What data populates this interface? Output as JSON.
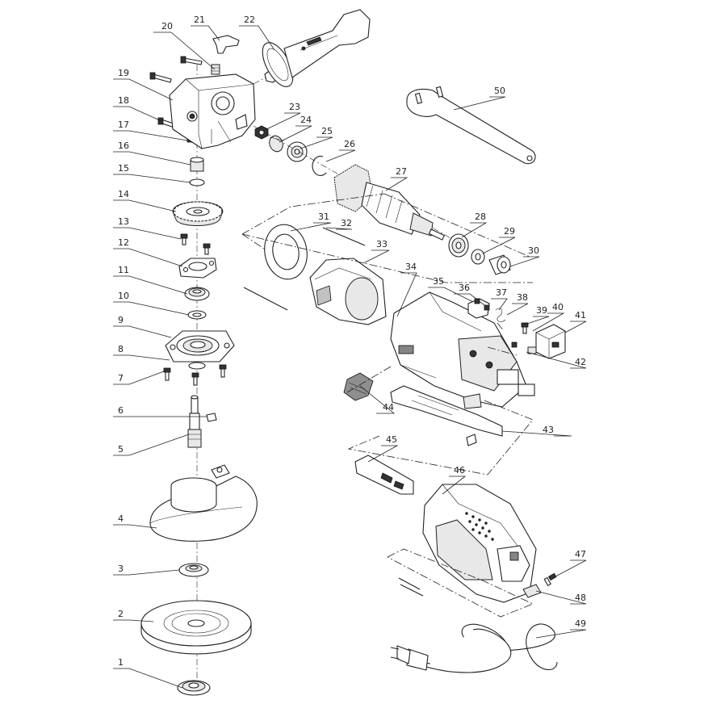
{
  "diagram": {
    "labels": [
      "1",
      "2",
      "3",
      "4",
      "5",
      "6",
      "7",
      "8",
      "9",
      "10",
      "11",
      "12",
      "13",
      "14",
      "15",
      "16",
      "17",
      "18",
      "19",
      "20",
      "21",
      "22",
      "23",
      "24",
      "25",
      "26",
      "27",
      "28",
      "29",
      "30",
      "31",
      "32",
      "33",
      "34",
      "35",
      "36",
      "37",
      "38",
      "39",
      "40",
      "41",
      "42",
      "43",
      "44",
      "45",
      "46",
      "47",
      "48",
      "49",
      "50"
    ]
  }
}
